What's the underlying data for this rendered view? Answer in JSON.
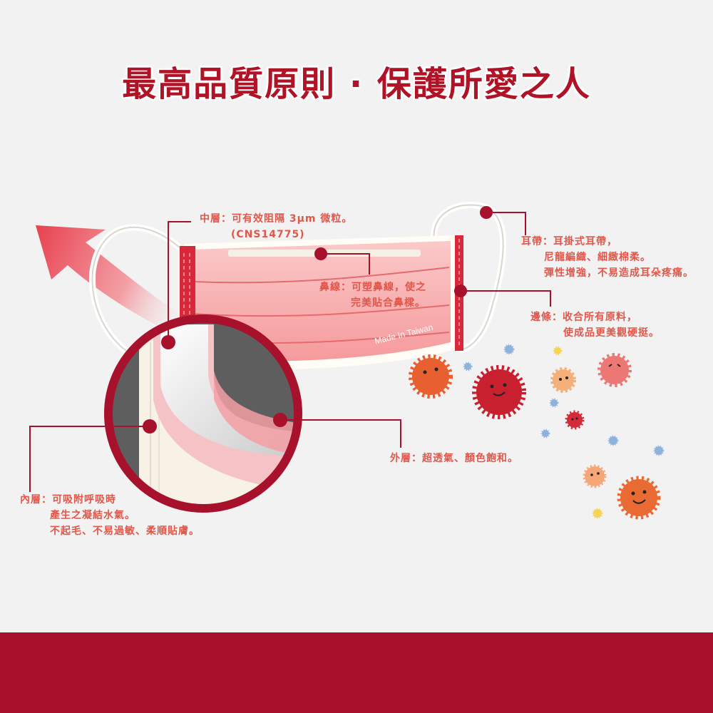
{
  "title": "最高品質原則 · 保護所愛之人",
  "mask_print": "Made In Taiwan",
  "labels": {
    "middle_layer": {
      "line1": "中層：可有效阻隔 3μm 微粒。",
      "line2": "(CNS14775)"
    },
    "nose_wire": {
      "line1": "鼻線：可塑鼻線，使之",
      "line2": "完美貼合鼻樑。"
    },
    "ear_loop": {
      "line1": "耳帶：耳掛式耳帶，",
      "line2": "尼龍編織、細緻棉柔。",
      "line3": "彈性增強，不易造成耳朵疼痛。"
    },
    "edge": {
      "line1": "邊條：收合所有原料，",
      "line2": "使成品更美觀硬挺。"
    },
    "outer_layer": {
      "line1": "外層：超透氣、顏色飽和。"
    },
    "inner_layer": {
      "line1": "內層：可吸附呼吸時",
      "line2": "產生之凝結水氣。",
      "line3": "不起毛、不易過敏、柔順貼膚。"
    }
  },
  "colors": {
    "brand_red": "#a8112b",
    "accent": "#e2574a",
    "mask_pink": "#f7a8a8",
    "background": "#f2f2f2"
  }
}
